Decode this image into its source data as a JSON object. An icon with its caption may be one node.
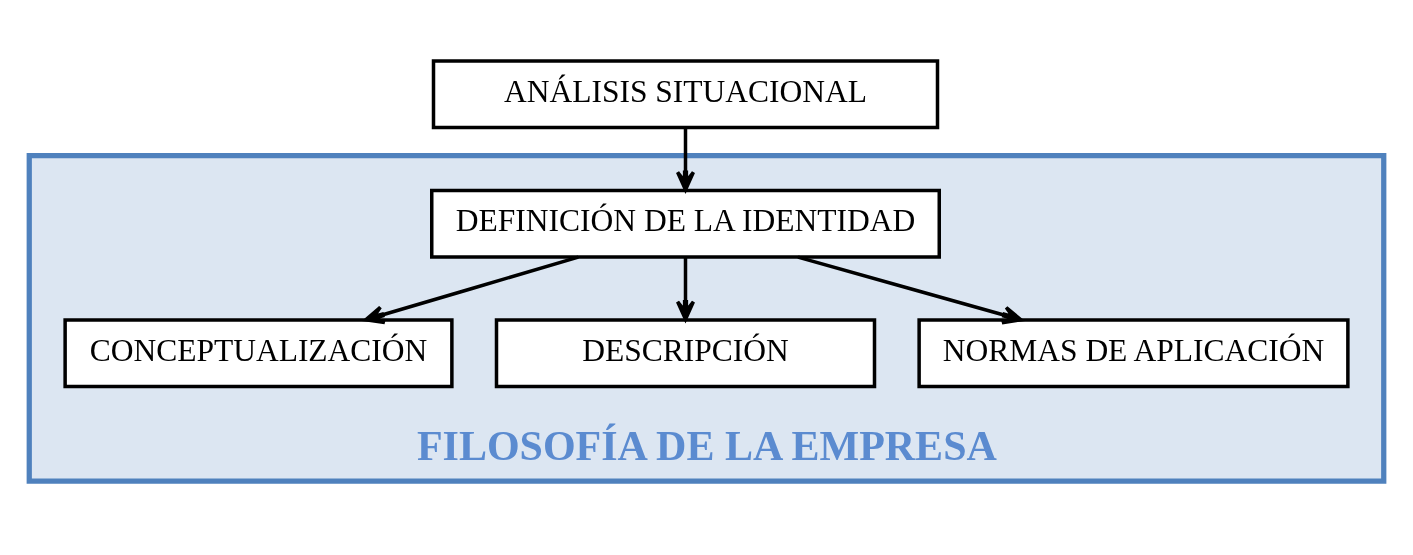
{
  "diagram": {
    "nodes": [
      {
        "text": [
          "ANÁLISIS SITUACIONAL"
        ]
      },
      {
        "text": [
          "FILOSOFÍA DE LA EMPRESA"
        ]
      },
      {
        "text": [
          "DEFINICIÓN DE LA IDENTIDAD"
        ],
        "in": 1
      },
      {
        "text": [
          "CONCEPTUALIZACIÓN"
        ],
        "in": 1
      },
      {
        "text": [
          "DESCRIPCIÓN"
        ],
        "in": 1
      },
      {
        "text": [
          "NORMAS DE APLICACIÓN"
        ],
        "in": 1
      }
    ],
    "edges": [
      {
        "from": 0,
        "to": 2,
        "arrow": "to"
      },
      {
        "from": 2,
        "to": 3,
        "arrow": "to"
      },
      {
        "from": 2,
        "to": 4,
        "arrow": "to"
      },
      {
        "from": 2,
        "to": 5,
        "arrow": "to"
      }
    ]
  }
}
